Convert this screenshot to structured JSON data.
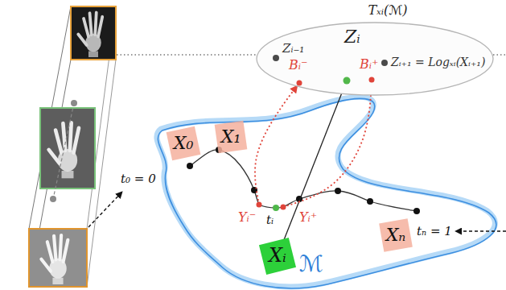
{
  "diagram": {
    "nodes": [
      {
        "text": [
          "Tₓᵢ(ℳ)"
        ]
      },
      {
        "text": [
          "Zᵢ₋₁"
        ],
        "in": 0
      },
      {
        "text": [
          "Zᵢ"
        ],
        "in": 0
      },
      {
        "text": [
          "Bᵢ⁻"
        ],
        "in": 0
      },
      {
        "text": [
          "Bᵢ⁺"
        ],
        "in": 0
      },
      {
        "text": [
          "Zᵢ₊₁ = Logₓᵢ(Xᵢ₊₁)"
        ],
        "in": 0
      },
      {
        "text": [
          "X₀"
        ]
      },
      {
        "text": [
          "X₁"
        ]
      },
      {
        "text": [
          "Yᵢ⁻"
        ]
      },
      {
        "text": [
          "Yᵢ⁺"
        ]
      },
      {
        "text": [
          "Xₙ"
        ]
      },
      {
        "text": [
          "Xᵢ"
        ]
      }
    ],
    "edges": [
      {
        "from": 11,
        "to": 2,
        "arrow": "none"
      },
      {
        "from": 3,
        "to": 4,
        "arrow": "none"
      },
      {
        "from": 8,
        "to": 3,
        "arrow": "to"
      },
      {
        "from": 9,
        "to": 4,
        "arrow": "to"
      }
    ],
    "labels": [
      "t₀ = 0",
      "tᵢ",
      "tₙ = 1",
      "ℳ"
    ]
  }
}
